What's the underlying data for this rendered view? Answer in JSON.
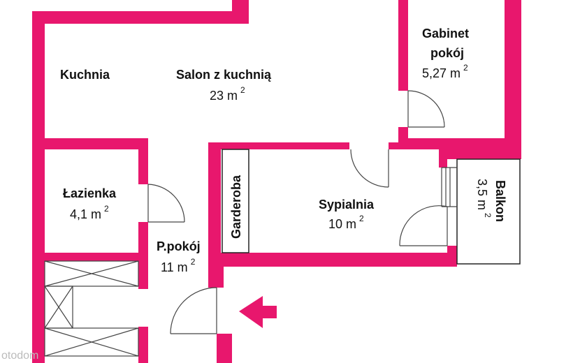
{
  "rooms": {
    "kuchnia": {
      "name": "Kuchnia"
    },
    "salon": {
      "name": "Salon z kuchnią",
      "area": "23 m",
      "sup": "2"
    },
    "gabinet": {
      "name_line1": "Gabinet",
      "name_line2": "pokój",
      "area": "5,27 m",
      "sup": "2"
    },
    "lazienka": {
      "name": "Łazienka",
      "area": "4,1 m",
      "sup": "2"
    },
    "garderoba": {
      "name": "Garderoba"
    },
    "sypialnia": {
      "name": "Sypialnia",
      "area": "10 m",
      "sup": "2"
    },
    "balkon": {
      "name": "Balkon",
      "area": "3,5 m",
      "sup": "2"
    },
    "przedpokoj": {
      "name": "P.pokój",
      "area": "11 m",
      "sup": "2"
    }
  },
  "watermark": "otodom",
  "colors": {
    "wall": "#e8176d",
    "line": "#444444"
  },
  "icons": {
    "entrance": "entrance-arrow-icon"
  }
}
